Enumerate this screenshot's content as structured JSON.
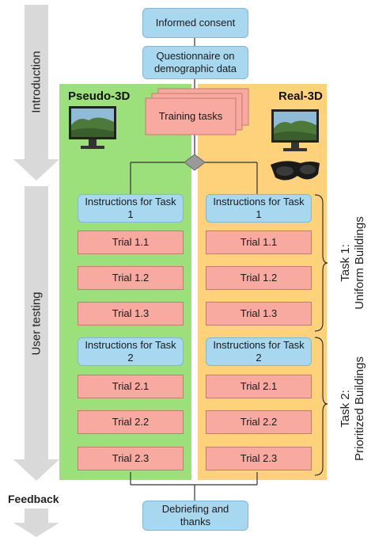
{
  "phases": {
    "introduction": "Introduction",
    "user_testing": "User testing",
    "feedback": "Feedback"
  },
  "top": {
    "consent": "Informed consent",
    "questionnaire": "Questionnaire on demographic data",
    "training": "Training tasks"
  },
  "columns": {
    "left_title": "Pseudo-3D",
    "right_title": "Real-3D"
  },
  "left": {
    "instr1": "Instructions for Task 1",
    "t11": "Trial 1.1",
    "t12": "Trial 1.2",
    "t13": "Trial 1.3",
    "instr2": "Instructions for Task 2",
    "t21": "Trial 2.1",
    "t22": "Trial 2.2",
    "t23": "Trial 2.3"
  },
  "right": {
    "instr1": "Instructions for Task 1",
    "t11": "Trial 1.1",
    "t12": "Trial 1.2",
    "t13": "Trial 1.3",
    "instr2": "Instructions for Task 2",
    "t21": "Trial 2.1",
    "t22": "Trial 2.2",
    "t23": "Trial 2.3"
  },
  "tasks": {
    "task1_line1": "Task 1:",
    "task1_line2": "Uniform Buildings",
    "task2_line1": "Task 2:",
    "task2_line2": "Prioritized Buildings"
  },
  "bottom": {
    "debriefing": "Debriefing and thanks"
  },
  "colors": {
    "green_panel": "#9be07a",
    "orange_panel": "#fdd27a",
    "blue_box": "#a8d8f0",
    "red_box": "#f8a9a0",
    "gray_arrow": "#d9d9d9"
  }
}
